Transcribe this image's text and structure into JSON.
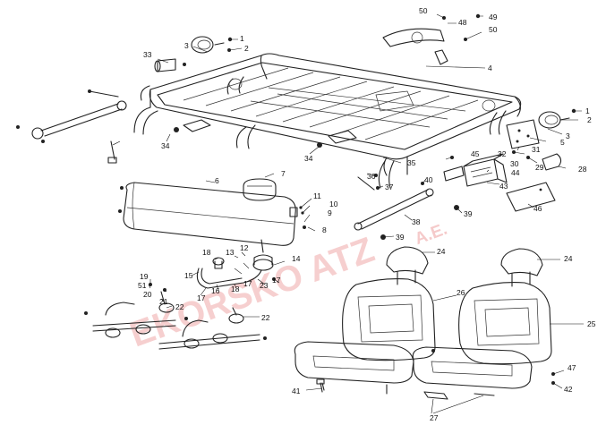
{
  "watermark": {
    "main": "EKORSKO ATZ",
    "suffix": "A.E."
  },
  "callouts": [
    {
      "id": "c1a",
      "label": "1"
    },
    {
      "id": "c2a",
      "label": "2"
    },
    {
      "id": "c3a",
      "label": "3"
    },
    {
      "id": "c33",
      "label": "33"
    },
    {
      "id": "c50a",
      "label": "50"
    },
    {
      "id": "c48",
      "label": "48"
    },
    {
      "id": "c49",
      "label": "49"
    },
    {
      "id": "c50b",
      "label": "50"
    },
    {
      "id": "c4",
      "label": "4"
    },
    {
      "id": "c34a",
      "label": "34"
    },
    {
      "id": "c34b",
      "label": "34"
    },
    {
      "id": "c1b",
      "label": "1"
    },
    {
      "id": "c2b",
      "label": "2"
    },
    {
      "id": "c3b",
      "label": "3"
    },
    {
      "id": "c5",
      "label": "5"
    },
    {
      "id": "c31",
      "label": "31"
    },
    {
      "id": "c32",
      "label": "32"
    },
    {
      "id": "c30",
      "label": "30"
    },
    {
      "id": "c29",
      "label": "29"
    },
    {
      "id": "c28",
      "label": "28"
    },
    {
      "id": "c35",
      "label": "35"
    },
    {
      "id": "c45",
      "label": "45"
    },
    {
      "id": "c44",
      "label": "44"
    },
    {
      "id": "c36",
      "label": "36"
    },
    {
      "id": "c37",
      "label": "37"
    },
    {
      "id": "c43",
      "label": "43"
    },
    {
      "id": "c46",
      "label": "46"
    },
    {
      "id": "c40",
      "label": "40"
    },
    {
      "id": "c39a",
      "label": "39"
    },
    {
      "id": "c38",
      "label": "38"
    },
    {
      "id": "c39b",
      "label": "39"
    },
    {
      "id": "c6",
      "label": "6"
    },
    {
      "id": "c7",
      "label": "7"
    },
    {
      "id": "c11",
      "label": "11"
    },
    {
      "id": "c10",
      "label": "10"
    },
    {
      "id": "c9",
      "label": "9"
    },
    {
      "id": "c8",
      "label": "8"
    },
    {
      "id": "c12",
      "label": "12"
    },
    {
      "id": "c13",
      "label": "13"
    },
    {
      "id": "c18a",
      "label": "18"
    },
    {
      "id": "c14",
      "label": "14"
    },
    {
      "id": "c15",
      "label": "15"
    },
    {
      "id": "c16",
      "label": "16"
    },
    {
      "id": "c18b",
      "label": "18"
    },
    {
      "id": "c17a",
      "label": "17"
    },
    {
      "id": "c23",
      "label": "23"
    },
    {
      "id": "c17b",
      "label": "17"
    },
    {
      "id": "c17c",
      "label": "17"
    },
    {
      "id": "c19",
      "label": "19"
    },
    {
      "id": "c51",
      "label": "51"
    },
    {
      "id": "c20",
      "label": "20"
    },
    {
      "id": "c21",
      "label": "21"
    },
    {
      "id": "c22a",
      "label": "22"
    },
    {
      "id": "c22b",
      "label": "22"
    },
    {
      "id": "c24a",
      "label": "24"
    },
    {
      "id": "c24b",
      "label": "24"
    },
    {
      "id": "c26",
      "label": "26"
    },
    {
      "id": "c25",
      "label": "25"
    },
    {
      "id": "c47",
      "label": "47"
    },
    {
      "id": "c42",
      "label": "42"
    },
    {
      "id": "c41",
      "label": "41"
    },
    {
      "id": "c27",
      "label": "27"
    }
  ]
}
